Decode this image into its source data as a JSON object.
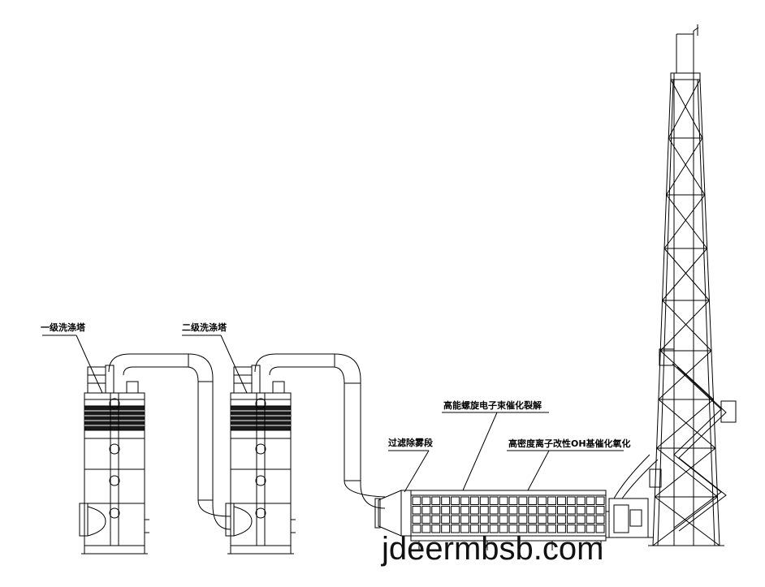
{
  "labels": {
    "tower1": "一级洗涤塔",
    "tower2": "二级洗涤塔",
    "demister": "过滤除雾段",
    "spiral": "高能螺旋电子束催化裂解",
    "ion": "高密度离子改性OH基催化氧化"
  },
  "watermark": "jdeermbsb.com",
  "colors": {
    "line": "#000000",
    "background": "#ffffff"
  }
}
